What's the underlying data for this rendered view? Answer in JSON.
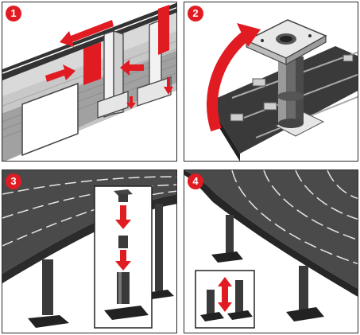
{
  "steps": [
    {
      "number": "1"
    },
    {
      "number": "2"
    },
    {
      "number": "3"
    },
    {
      "number": "4"
    }
  ],
  "colors": {
    "accent": "#e11b22",
    "frame": "#2a2a2a",
    "track": "#3a3a3a",
    "track_dark": "#252525",
    "metal": "#8a8a8a",
    "light_gray": "#d8d8d8"
  },
  "icons": [
    "red-arrow-icon",
    "curved-rotate-arrow-icon",
    "double-headed-arrow-icon"
  ]
}
